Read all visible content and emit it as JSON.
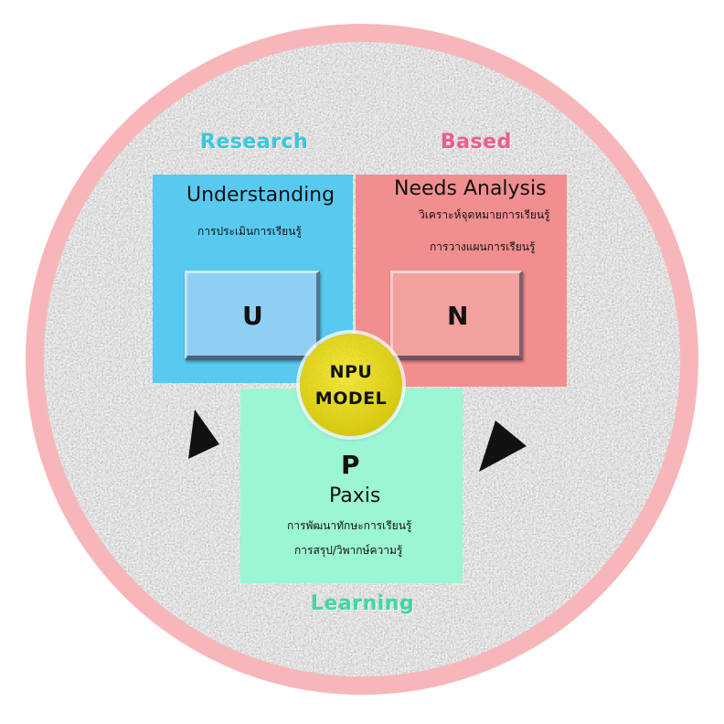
{
  "cycle_words": {
    "research": "Research",
    "based": "Based",
    "learning": "Learning"
  },
  "quadrants": {
    "u": {
      "title": "Understanding",
      "lines": [
        "การประเมินการเรียนรู้"
      ],
      "letter": "U"
    },
    "n": {
      "title": "Needs Analysis",
      "lines": [
        "วิเคราะห์จุดหมายการเรียนรู้",
        "การวางแผนการเรียนรู้"
      ],
      "letter": "N"
    },
    "p": {
      "title": "Paxis",
      "lines": [
        "การพัฒนาทักษะการเรียนรู้",
        "การสรุป/วิพากษ์ความรู้"
      ],
      "letter": "P"
    }
  },
  "center": {
    "line1": "NPU",
    "line2": "MODEL"
  },
  "colors": {
    "ring": "#f7b7ba",
    "research": "#37c9de",
    "based": "#ee5d87",
    "learning": "#3ed9a3",
    "u_panel": "#58caf0",
    "u_button": "#8fcff4",
    "n_panel": "#f18e8f",
    "n_button": "#f3a19f",
    "p_panel": "#9bf6d2",
    "center": "#f2e21c"
  }
}
